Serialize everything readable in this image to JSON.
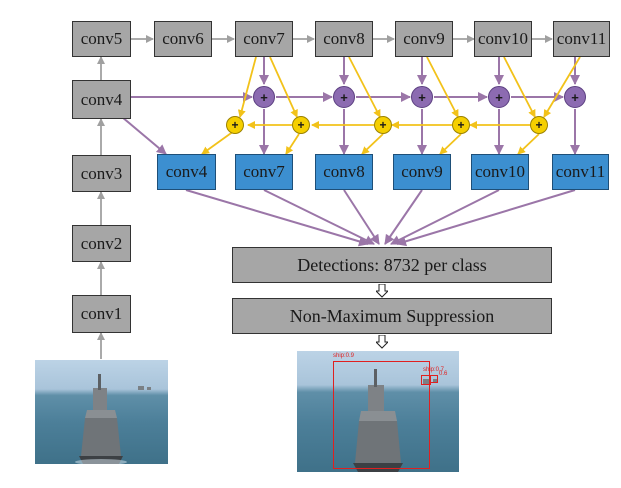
{
  "diagram": {
    "backbone": [
      "conv1",
      "conv2",
      "conv3",
      "conv4"
    ],
    "top_row": [
      "conv5",
      "conv6",
      "conv7",
      "conv8",
      "conv9",
      "conv10",
      "conv11"
    ],
    "feature_maps": [
      "conv4",
      "conv7",
      "conv8",
      "conv9",
      "conv10",
      "conv11"
    ],
    "fuse_symbol": "+",
    "detections_label": "Detections: 8732 per class",
    "nms_label": "Non-Maximum Suppression"
  },
  "output_image": {
    "detections": [
      {
        "label": "ship:0.9"
      },
      {
        "label": "ship:0.7"
      },
      {
        "label": "0.6"
      }
    ]
  },
  "colors": {
    "gray_box": "#a6a6a6",
    "blue_box": "#3c8fd0",
    "purple_arrow": "#9b76a8",
    "yellow_arrow": "#f2c21a",
    "gray_arrow": "#a0a0a0",
    "detection_box": "#e02020"
  }
}
